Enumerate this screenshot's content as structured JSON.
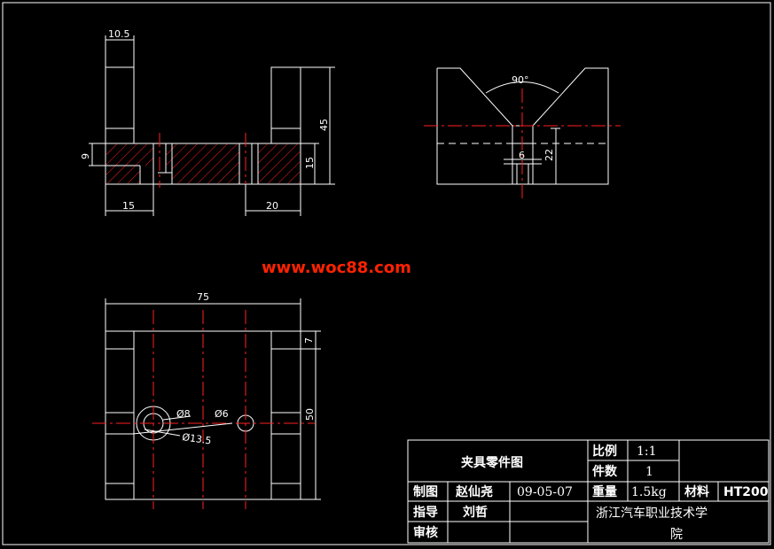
{
  "watermark": "www.woc88.com",
  "dimensions": {
    "top_width": "10.5",
    "height_45": "45",
    "height_15": "15",
    "height_9": "9",
    "left_15": "15",
    "right_20": "20",
    "angle": "90°",
    "slot_6": "6",
    "height_22": "22",
    "width_75": "75",
    "height_7": "7",
    "height_50": "50",
    "dia_8": "Ø8",
    "dia_13_5": "Ø13.5",
    "dia_6": "Ø6"
  },
  "title_block": {
    "title": "夹具零件图",
    "scale_label": "比例",
    "scale_value": "1:1",
    "qty_label": "件数",
    "qty_value": "1",
    "drawn_label": "制图",
    "drawn_name": "赵仙尧",
    "drawn_date": "09-05-07",
    "weight_label": "重量",
    "weight_value": "1.5kg",
    "material_label": "材料",
    "material_value": "HT200",
    "guide_label": "指导",
    "guide_name": "刘哲",
    "review_label": "审核",
    "school_line1": "浙江汽车职业技术学",
    "school_line2": "院"
  }
}
